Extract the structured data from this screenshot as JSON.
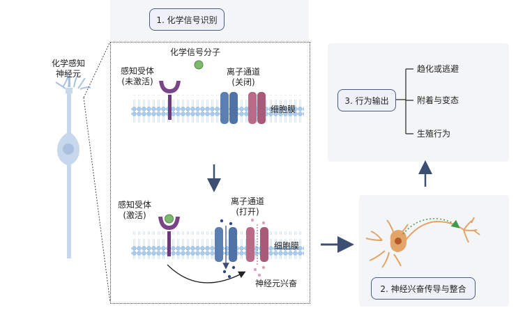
{
  "steps": {
    "step1": "1. 化学信号识别",
    "step2": "2. 神经兴奋传导与整合",
    "step3": "3. 行为输出"
  },
  "neuron_label": [
    "化学感知",
    "神经元"
  ],
  "top_panel": {
    "signal_molecule": "化学信号分子",
    "receptor_label": [
      "感知受体",
      "(未激活)"
    ],
    "channel_label": [
      "离子通道",
      "(关闭)"
    ],
    "membrane_label": "细胞膜"
  },
  "bottom_panel": {
    "receptor_label": [
      "感知受体",
      "(激活)"
    ],
    "channel_label": [
      "离子通道",
      "(打开)"
    ],
    "membrane_label": "细胞膜",
    "excitation_label": "神经元兴奋"
  },
  "behaviors": [
    "趋化或逃避",
    "附着与变态",
    "生殖行为"
  ],
  "colors": {
    "membrane_head": "#a9cbe8",
    "receptor": "#6b3a78",
    "channel_blue": "#5b7fb0",
    "channel_pink": "#b86a86",
    "box_border": "#4a5a80",
    "neuron_light": "#c8d8ec",
    "neuron_orange": "#e3a468",
    "arrow": "#3c4e72"
  }
}
